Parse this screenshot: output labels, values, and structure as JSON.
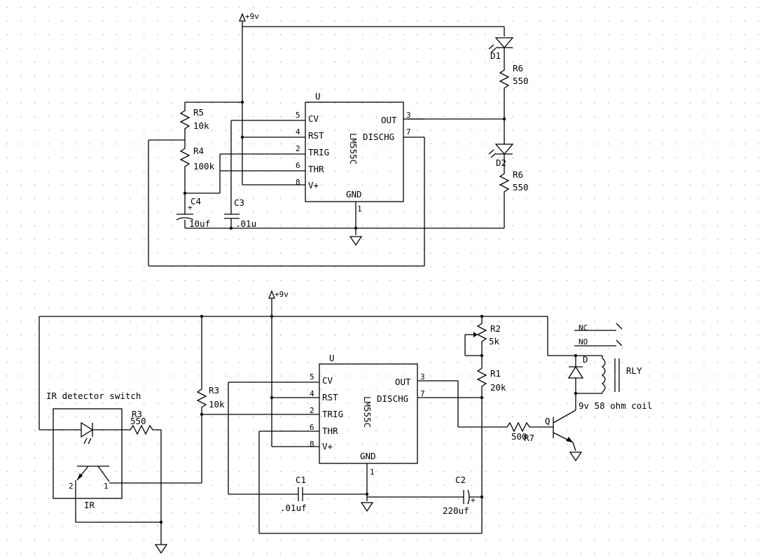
{
  "supply": {
    "top": "+9v",
    "bottom": "+9v"
  },
  "timer1": {
    "ref": "U",
    "part": "LM555C",
    "pins": {
      "cv": "CV",
      "rst": "RST",
      "trig": "TRIG",
      "thr": "THR",
      "vplus": "V+",
      "out": "OUT",
      "dischg": "DISCHG",
      "gnd": "GND"
    },
    "pin_numbers": {
      "cv": "5",
      "rst": "4",
      "trig": "2",
      "thr": "6",
      "vplus": "8",
      "out": "3",
      "dischg": "7",
      "gnd": "1"
    }
  },
  "timer2": {
    "ref": "U",
    "part": "LM555C",
    "pins": {
      "cv": "CV",
      "rst": "RST",
      "trig": "TRIG",
      "thr": "THR",
      "vplus": "V+",
      "out": "OUT",
      "dischg": "DISCHG",
      "gnd": "GND"
    },
    "pin_numbers": {
      "cv": "5",
      "rst": "4",
      "trig": "2",
      "thr": "6",
      "vplus": "8",
      "out": "3",
      "dischg": "7",
      "gnd": "1"
    }
  },
  "top_parts": {
    "r5": {
      "ref": "R5",
      "value": "10k"
    },
    "r4": {
      "ref": "R4",
      "value": "100k"
    },
    "c4": {
      "ref": "C4",
      "value": "10uf"
    },
    "c3": {
      "ref": "C3",
      "value": ".01u"
    },
    "d1": {
      "ref": "D1"
    },
    "d2": {
      "ref": "D2"
    },
    "r6a": {
      "ref": "R6",
      "value": "550"
    },
    "r6b": {
      "ref": "R6",
      "value": "550"
    }
  },
  "bottom_parts": {
    "ir_title": "IR detector switch",
    "ir_ref": "IR",
    "ir_pin1": "1",
    "ir_pin2": "2",
    "r3a": {
      "ref": "R3",
      "value": "550"
    },
    "r3b": {
      "ref": "R3",
      "value": "10k"
    },
    "r2": {
      "ref": "R2",
      "value": "5k"
    },
    "r1": {
      "ref": "R1",
      "value": "20k"
    },
    "r7": {
      "ref": "R7",
      "value": "500"
    },
    "c1": {
      "ref": "C1",
      "value": ".01uf"
    },
    "c2": {
      "ref": "C2",
      "value": "220uf"
    },
    "q": {
      "ref": "Q"
    },
    "d": {
      "ref": "D"
    },
    "rly": {
      "ref": "RLY",
      "nc": "NC",
      "no": "NO",
      "coil": "9v 58 ohm coil"
    }
  }
}
